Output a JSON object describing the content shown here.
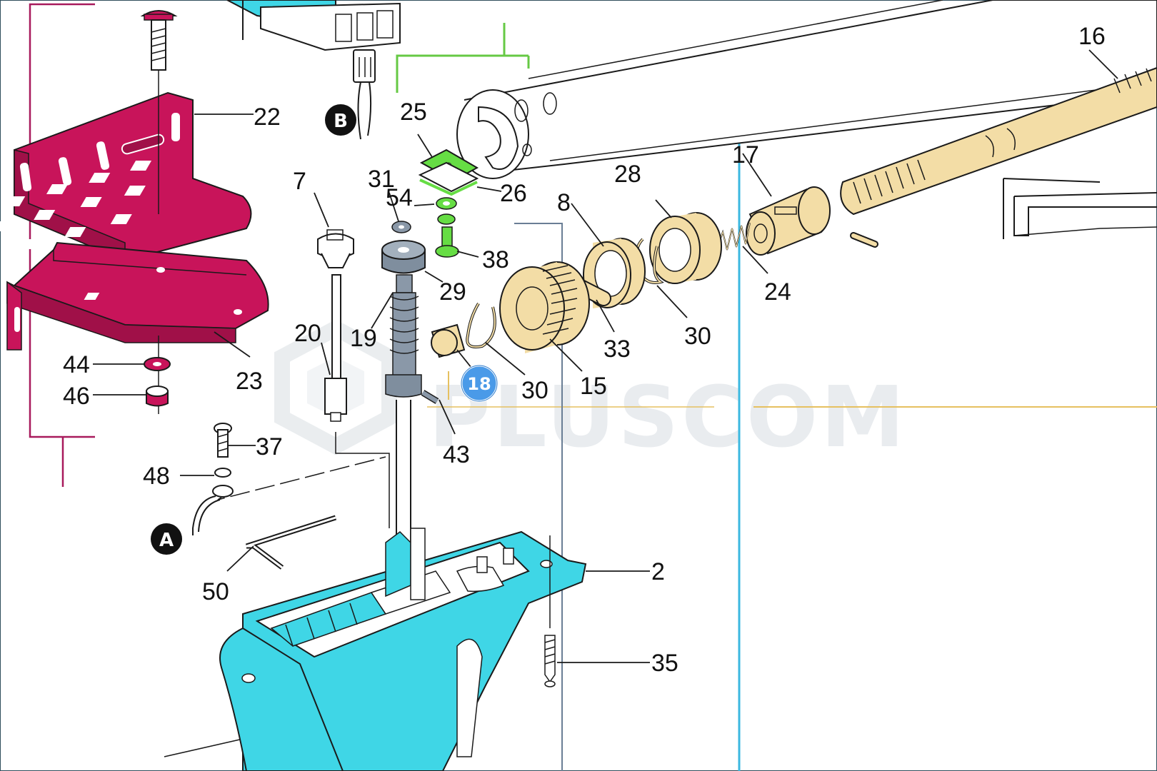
{
  "watermark": {
    "text": "PLUSCOM"
  },
  "badge": {
    "label": "18",
    "color": "#4a9ae8"
  },
  "markers": {
    "a": "A",
    "b": "B"
  },
  "colors": {
    "bracket": "#c8145a",
    "housing": "#3fd6e6",
    "green_parts": "#66dd44",
    "tan_parts": "#f3dda6",
    "gray_parts": "#8a98a8",
    "guide_blue": "#3bb8e0",
    "guide_orange": "#e6c060"
  },
  "parts": {
    "p2": "2",
    "p7": "7",
    "p8": "8",
    "p15": "15",
    "p16": "16",
    "p17": "17",
    "p19": "19",
    "p20": "20",
    "p22": "22",
    "p23": "23",
    "p24": "24",
    "p25": "25",
    "p26": "26",
    "p28": "28",
    "p29": "29",
    "p30a": "30",
    "p30b": "30",
    "p31": "31",
    "p33": "33",
    "p35": "35",
    "p37": "37",
    "p38": "38",
    "p43": "43",
    "p44": "44",
    "p46": "46",
    "p48": "48",
    "p50": "50",
    "p54": "54"
  }
}
